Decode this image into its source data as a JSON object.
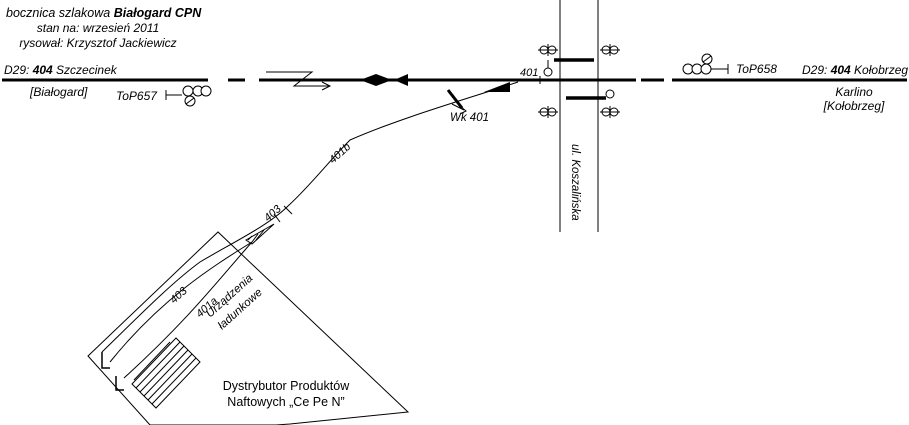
{
  "header": {
    "line1_prefix": "bocznica szlakowa ",
    "line1_bold": "Białogard CPN",
    "line2": "stan na: wrzesień 2011",
    "line3": "rysował: Krzysztof Jackiewicz"
  },
  "left_line": {
    "prefix": "D29: ",
    "number": "404",
    "station": " Szczecinek",
    "sub": "[Białogard]"
  },
  "right_line": {
    "prefix": "D29: ",
    "number": "404",
    "station": " Kołobrzeg",
    "sub1": "Karlino",
    "sub2": "[Kołobrzeg]"
  },
  "signals": {
    "left": "ToP657",
    "right": "ToP658"
  },
  "tracks": {
    "t401": "401",
    "t401b": "401b",
    "t403_switch": "403",
    "t403": "403",
    "t401a": "401a"
  },
  "switch_label": "Wk 401",
  "road_label": "ul. Koszalińska",
  "loading": {
    "line1": "Urządzenia",
    "line2": "ładunkowe"
  },
  "company": {
    "line1": "Dystrybutor Produktów",
    "line2": "Naftowych „Ce Pe N”"
  }
}
